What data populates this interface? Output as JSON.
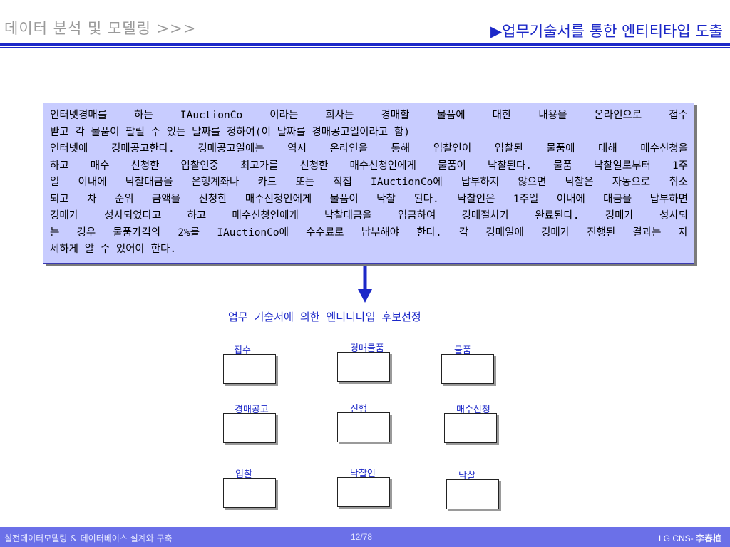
{
  "header": {
    "section_title": "데이터 분석 및 모델링 >>>",
    "slide_title": "▶업무기술서를 통한 엔티티타입 도출",
    "accent_color": "#1c28c8"
  },
  "description": {
    "lines": [
      "인터넷경매를 하는 IAuctionCo 이라는 회사는 경매할 물품에 대한 내용을 온라인으로 접수",
      "받고 각 물품이 팔릴 수 있는 날짜를 정하여(이 날짜를 경매공고일이라고 함)",
      "인터넷에 경매공고한다. 경매공고일에는 역시 온라인을 통해 입찰인이 입찰된 물품에 대해 매수신청을",
      " 하고 매수 신청한 입찰인중 최고가를 신청한 매수신청인에게 물품이 낙찰된다. 물품 낙찰일로부터 1주",
      "일 이내에 낙찰대금을 은행계좌나 카드 또는 직접 IAuctionCo에 납부하지 않으면 낙찰은 자동으로 취소",
      "되고 차 순위 금액을 신청한 매수신청인에게 물품이 낙찰 된다. 낙찰인은 1주일 이내에 대금을 납부하면",
      " 경매가 성사되었다고 하고 매수신청인에게 낙찰대금을 입금하여 경매절차가 완료된다. 경매가 성사되",
      "는 경우 물품가격의 2%를 IAuctionCo에 수수료로 납부해야 한다. 각 경매일에 경매가 진행된 결과는 자",
      "세하게 알 수 있어야 한다."
    ],
    "box_color": "#c8ccff"
  },
  "flow_arrow_icon": "arrow-down-icon",
  "candidates": {
    "title": "업무 기술서에 의한 엔티티타입 후보선정",
    "entities": [
      "접수",
      "경매물품",
      "물품",
      "경매공고",
      "진행",
      "매수신청",
      "입찰",
      "낙찰인",
      "낙찰"
    ]
  },
  "footer": {
    "course_title": "실전데이터모델링 & 데이터베이스 설계와 구축",
    "page_number": "12/78",
    "author": "LG CNS- 李春植",
    "bar_color": "#6b70e8"
  }
}
